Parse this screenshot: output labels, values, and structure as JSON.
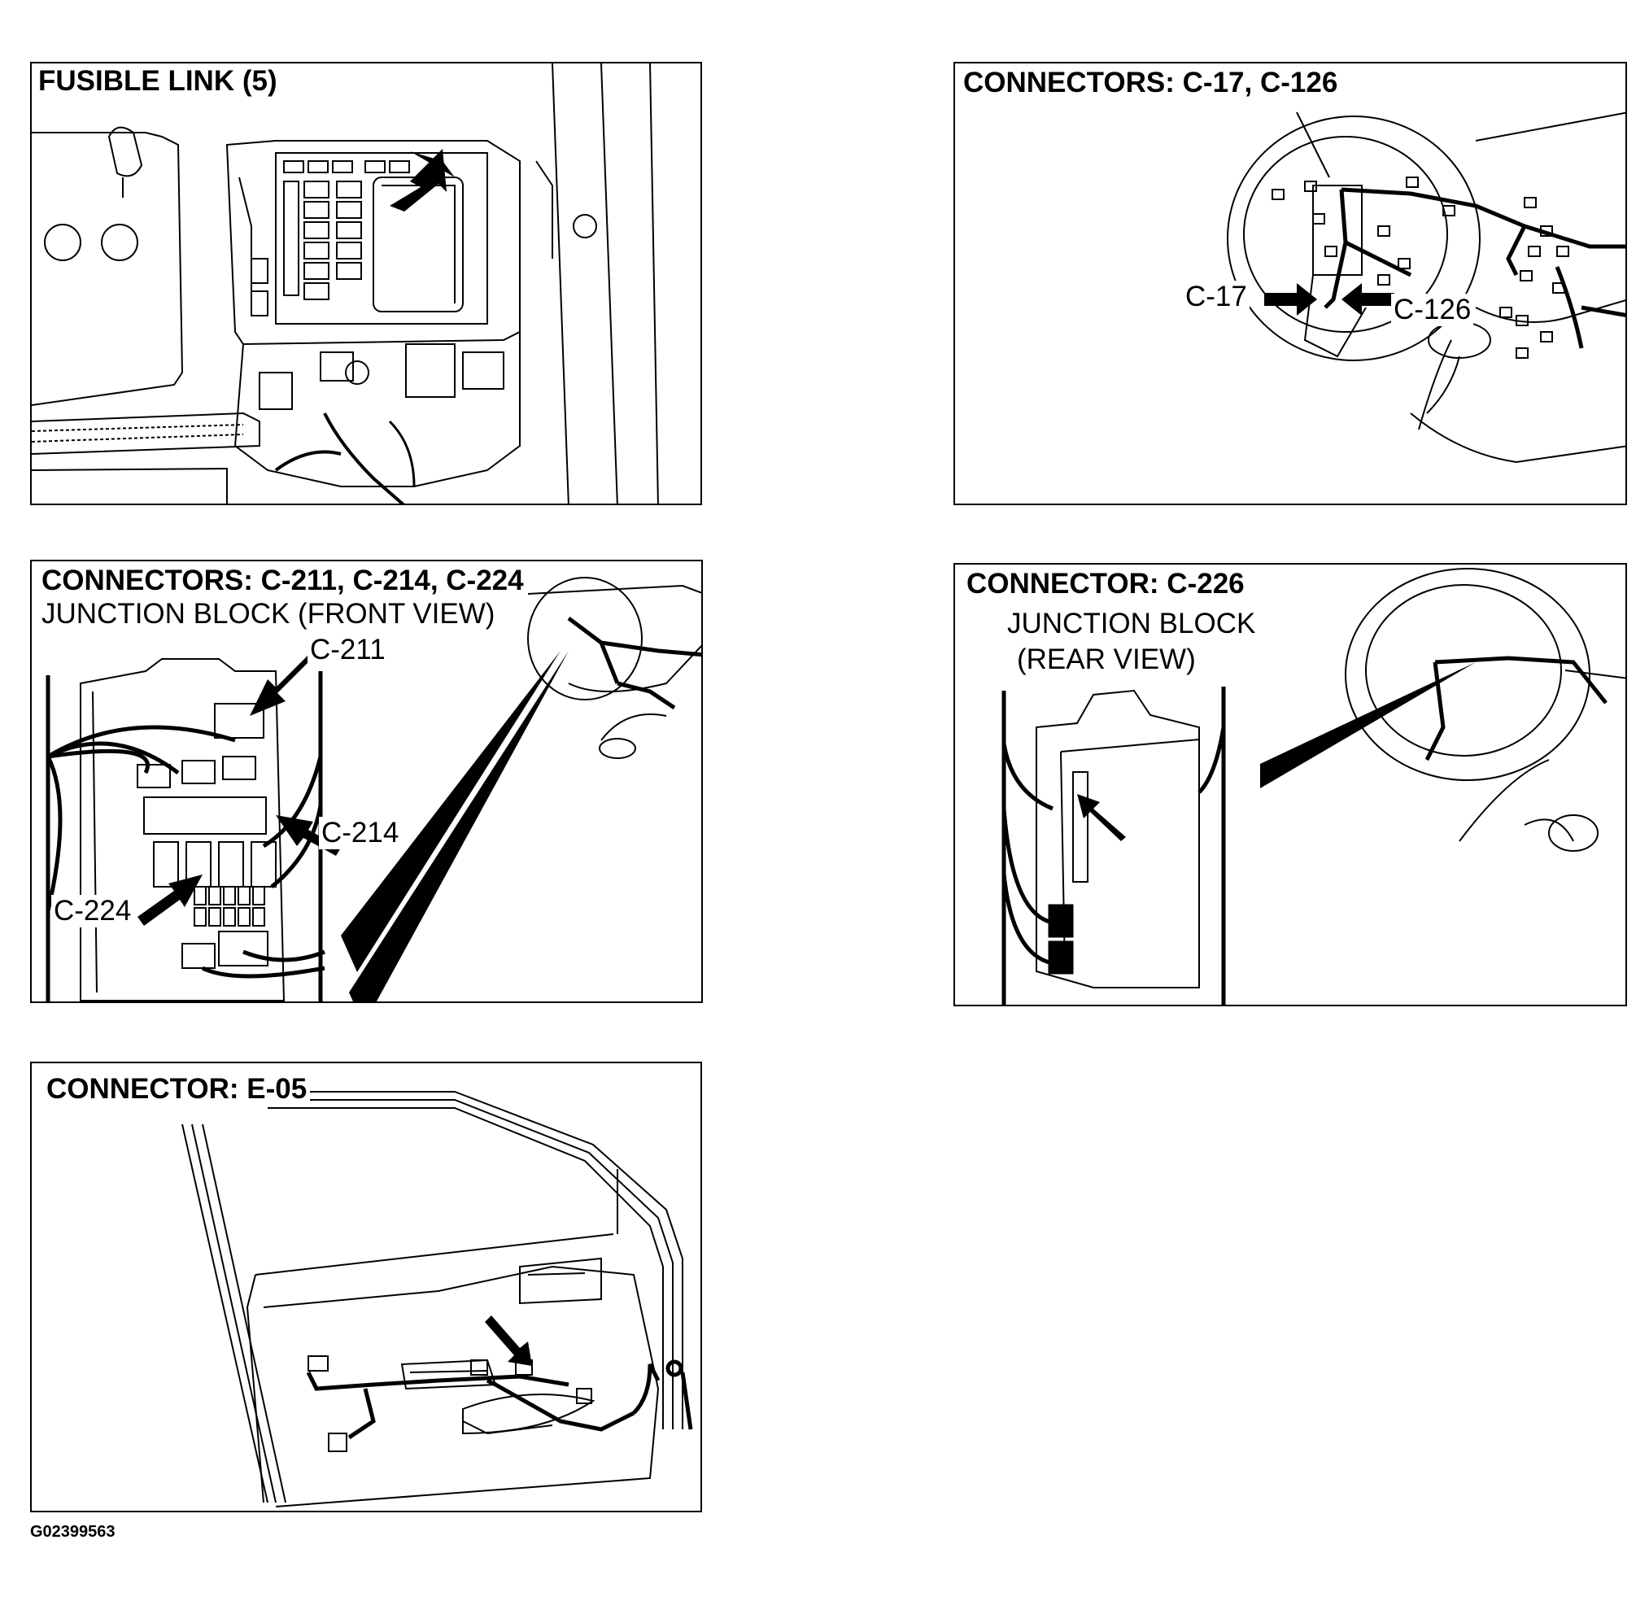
{
  "figure_id": "G02399563",
  "panels": {
    "fusible_link": {
      "title": "FUSIBLE LINK (5)"
    },
    "c17_c126": {
      "title": "CONNECTORS: C-17, C-126",
      "callouts": {
        "c17": "C-17",
        "c126": "C-126"
      }
    },
    "c211_c214_c224": {
      "title": "CONNECTORS: C-211, C-214, C-224",
      "subtitle": "JUNCTION BLOCK (FRONT VIEW)",
      "callouts": {
        "c211": "C-211",
        "c214": "C-214",
        "c224": "C-224"
      }
    },
    "c226": {
      "title": "CONNECTOR: C-226",
      "subtitle_line1": "JUNCTION BLOCK",
      "subtitle_line2": "(REAR VIEW)"
    },
    "e05": {
      "title": "CONNECTOR: E-05"
    }
  }
}
